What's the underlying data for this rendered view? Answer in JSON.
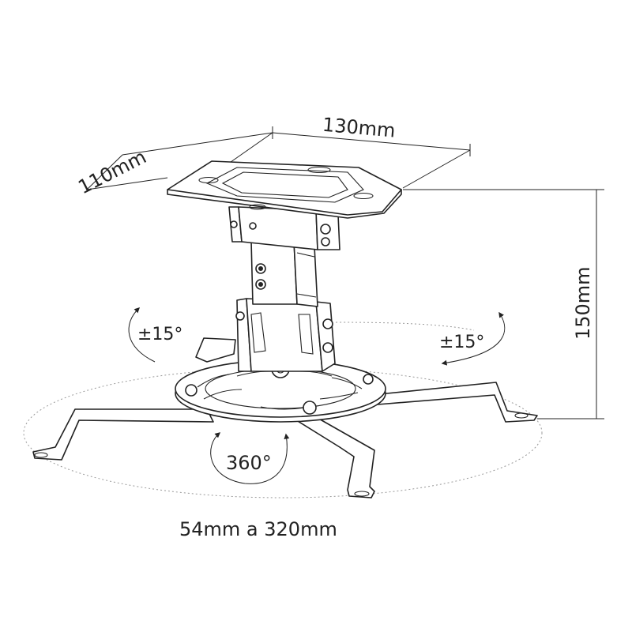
{
  "dimensions": {
    "width": "130mm",
    "depth": "110mm",
    "height": "150mm",
    "range": "54mm a 320mm"
  },
  "rotation": {
    "tilt_left": "±15°",
    "tilt_right": "±15°",
    "swivel": "360°"
  },
  "colors": {
    "line": "#222222",
    "dash": "#9a9a9a",
    "background": "#ffffff"
  }
}
